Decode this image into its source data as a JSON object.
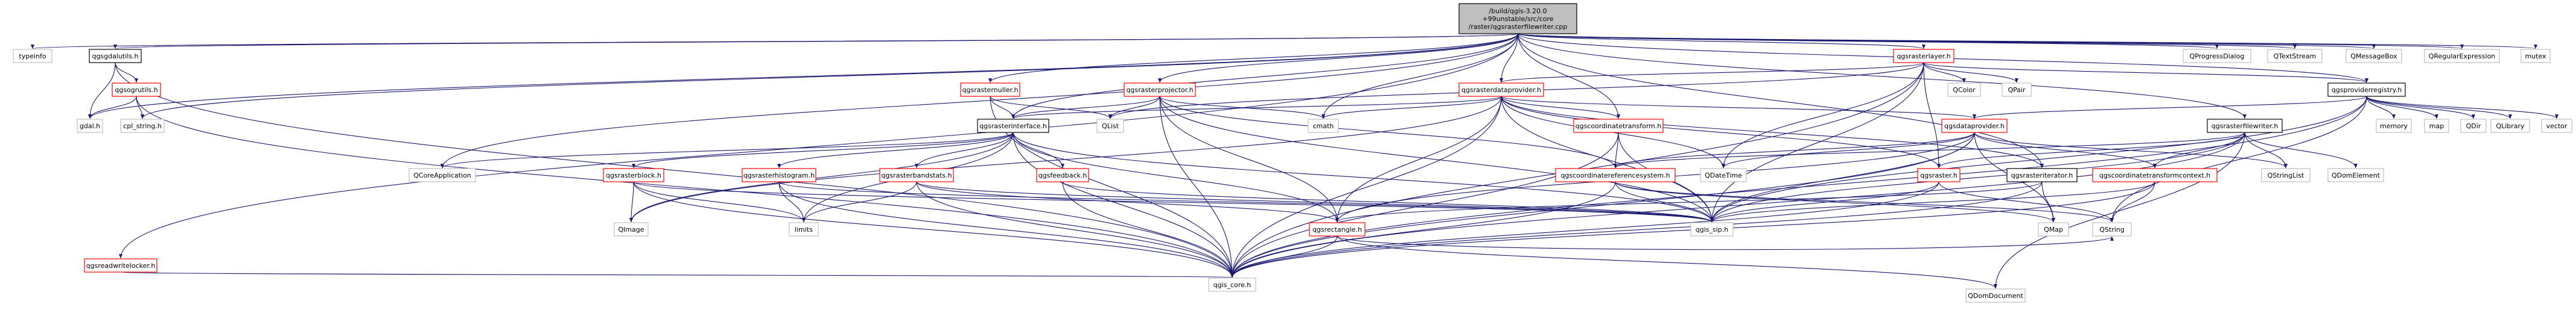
{
  "colors": {
    "edge": "#191970",
    "root_fill": "#bfbfbf",
    "root_border": "#000000",
    "plain_border": "#bfbfbf",
    "linked_border": "#000000",
    "red_border": "#ff0000",
    "text": "#000000"
  },
  "nodes": [
    {
      "id": "root",
      "lines": [
        "/build/qgis-3.20.0",
        "+99unstable/src/core",
        "/raster/qgsrasterfilewriter.cpp"
      ],
      "style": "root"
    },
    {
      "id": "typeinfo",
      "lines": [
        "typeinfo"
      ],
      "style": "plain"
    },
    {
      "id": "qgsgdalutils",
      "lines": [
        "qgsgdalutils.h"
      ],
      "style": "linked"
    },
    {
      "id": "qgsogrutils",
      "lines": [
        "qgsogrutils.h"
      ],
      "style": "red"
    },
    {
      "id": "gdal",
      "lines": [
        "gdal.h"
      ],
      "style": "plain"
    },
    {
      "id": "cpl_string",
      "lines": [
        "cpl_string.h"
      ],
      "style": "plain"
    },
    {
      "id": "qgsreadwritelocker",
      "lines": [
        "qgsreadwritelocker.h"
      ],
      "style": "red"
    },
    {
      "id": "qgsrasternuller",
      "lines": [
        "qgsrasternuller.h"
      ],
      "style": "red"
    },
    {
      "id": "qgsrasterprojector",
      "lines": [
        "qgsrasterprojector.h"
      ],
      "style": "red"
    },
    {
      "id": "qgsrasterinterface",
      "lines": [
        "qgsrasterinterface.h"
      ],
      "style": "linked"
    },
    {
      "id": "qgsrasterdataprovider",
      "lines": [
        "qgsrasterdataprovider.h"
      ],
      "style": "red"
    },
    {
      "id": "qgsrasterlayer",
      "lines": [
        "qgsrasterlayer.h"
      ],
      "style": "red"
    },
    {
      "id": "qgscoordinatetransform",
      "lines": [
        "qgscoordinatetransform.h"
      ],
      "style": "red"
    },
    {
      "id": "qgsdataprovider",
      "lines": [
        "qgsdataprovider.h"
      ],
      "style": "red"
    },
    {
      "id": "qgsproviderregistry",
      "lines": [
        "qgsproviderregistry.h"
      ],
      "style": "linked"
    },
    {
      "id": "qgsrasterfilewriter",
      "lines": [
        "qgsrasterfilewriter.h"
      ],
      "style": "linked"
    },
    {
      "id": "qgscoordinatereferencesystem",
      "lines": [
        "qgscoordinatereferencesystem.h"
      ],
      "style": "red"
    },
    {
      "id": "qgsraster",
      "lines": [
        "qgsraster.h"
      ],
      "style": "red"
    },
    {
      "id": "qgsrasteriterator",
      "lines": [
        "qgsrasteriterator.h"
      ],
      "style": "linked"
    },
    {
      "id": "qgscoordinatetransformcontext",
      "lines": [
        "qgscoordinatetransformcontext.h"
      ],
      "style": "red"
    },
    {
      "id": "qgsrasterblock",
      "lines": [
        "qgsrasterblock.h"
      ],
      "style": "red"
    },
    {
      "id": "qgsrasterhistogram",
      "lines": [
        "qgsrasterhistogram.h"
      ],
      "style": "red"
    },
    {
      "id": "qgsrasterbandstats",
      "lines": [
        "qgsrasterbandstats.h"
      ],
      "style": "red"
    },
    {
      "id": "qgsfeedback",
      "lines": [
        "qgsfeedback.h"
      ],
      "style": "red"
    },
    {
      "id": "qgsrectangle",
      "lines": [
        "qgsrectangle.h"
      ],
      "style": "red"
    },
    {
      "id": "qgis_sip",
      "lines": [
        "qgis_sip.h"
      ],
      "style": "plain"
    },
    {
      "id": "qgis_core",
      "lines": [
        "qgis_core.h"
      ],
      "style": "plain"
    },
    {
      "id": "QDomDocument",
      "lines": [
        "QDomDocument"
      ],
      "style": "plain"
    },
    {
      "id": "QString",
      "lines": [
        "QString"
      ],
      "style": "plain"
    },
    {
      "id": "QMap",
      "lines": [
        "QMap"
      ],
      "style": "plain"
    },
    {
      "id": "QImage",
      "lines": [
        "QImage"
      ],
      "style": "plain"
    },
    {
      "id": "limits",
      "lines": [
        "limits"
      ],
      "style": "plain"
    },
    {
      "id": "QCoreApplication",
      "lines": [
        "QCoreApplication"
      ],
      "style": "plain"
    },
    {
      "id": "QList",
      "lines": [
        "QList"
      ],
      "style": "plain"
    },
    {
      "id": "cmath",
      "lines": [
        "cmath"
      ],
      "style": "plain"
    },
    {
      "id": "QColor",
      "lines": [
        "QColor"
      ],
      "style": "plain"
    },
    {
      "id": "QPair",
      "lines": [
        "QPair"
      ],
      "style": "plain"
    },
    {
      "id": "QDateTime",
      "lines": [
        "QDateTime"
      ],
      "style": "plain"
    },
    {
      "id": "QStringList",
      "lines": [
        "QStringList"
      ],
      "style": "plain"
    },
    {
      "id": "QDomElement",
      "lines": [
        "QDomElement"
      ],
      "style": "plain"
    },
    {
      "id": "memory",
      "lines": [
        "memory"
      ],
      "style": "plain"
    },
    {
      "id": "map",
      "lines": [
        "map"
      ],
      "style": "plain"
    },
    {
      "id": "QDir",
      "lines": [
        "QDir"
      ],
      "style": "plain"
    },
    {
      "id": "QLibrary",
      "lines": [
        "QLibrary"
      ],
      "style": "plain"
    },
    {
      "id": "vector",
      "lines": [
        "vector"
      ],
      "style": "plain"
    },
    {
      "id": "QProgressDialog",
      "lines": [
        "QProgressDialog"
      ],
      "style": "plain"
    },
    {
      "id": "QTextStream",
      "lines": [
        "QTextStream"
      ],
      "style": "plain"
    },
    {
      "id": "QMessageBox",
      "lines": [
        "QMessageBox"
      ],
      "style": "plain"
    },
    {
      "id": "QRegularExpression",
      "lines": [
        "QRegularExpression"
      ],
      "style": "plain"
    },
    {
      "id": "mutex",
      "lines": [
        "mutex"
      ],
      "style": "plain"
    }
  ],
  "edges": [
    [
      "root",
      "typeinfo"
    ],
    [
      "root",
      "qgsgdalutils"
    ],
    [
      "root",
      "gdal"
    ],
    [
      "root",
      "cpl_string"
    ],
    [
      "root",
      "qgsreadwritelocker"
    ],
    [
      "root",
      "qgsrasternuller"
    ],
    [
      "root",
      "qgsrasterprojector"
    ],
    [
      "root",
      "qgsrasterinterface"
    ],
    [
      "root",
      "QCoreApplication"
    ],
    [
      "root",
      "cmath"
    ],
    [
      "root",
      "qgsrasterdataprovider"
    ],
    [
      "root",
      "qgscoordinatetransform"
    ],
    [
      "root",
      "qgsrasterlayer"
    ],
    [
      "root",
      "qgsrasteriterator"
    ],
    [
      "root",
      "qgsrasterfilewriter"
    ],
    [
      "root",
      "qgsproviderregistry"
    ],
    [
      "root",
      "QProgressDialog"
    ],
    [
      "root",
      "QTextStream"
    ],
    [
      "root",
      "QMessageBox"
    ],
    [
      "root",
      "QRegularExpression"
    ],
    [
      "root",
      "mutex"
    ],
    [
      "qgsgdalutils",
      "qgsogrutils"
    ],
    [
      "qgsgdalutils",
      "gdal"
    ],
    [
      "qgsgdalutils",
      "qgis_core"
    ],
    [
      "qgsogrutils",
      "gdal"
    ],
    [
      "qgsogrutils",
      "cpl_string"
    ],
    [
      "qgsogrutils",
      "qgis_core"
    ],
    [
      "qgsreadwritelocker",
      "qgis_core"
    ],
    [
      "qgsrasternuller",
      "qgsrasterinterface"
    ],
    [
      "qgsrasternuller",
      "QList"
    ],
    [
      "qgsrasternuller",
      "qgis_core"
    ],
    [
      "qgsrasterprojector",
      "qgsrasterinterface"
    ],
    [
      "qgsrasterprojector",
      "QList"
    ],
    [
      "qgsrasterprojector",
      "cmath"
    ],
    [
      "qgsrasterprojector",
      "qgscoordinatereferencesystem"
    ],
    [
      "qgsrasterprojector",
      "qgsrectangle"
    ],
    [
      "qgsrasterprojector",
      "qgis_core"
    ],
    [
      "qgsrasterprojector",
      "qgis_sip"
    ],
    [
      "qgsrasterinterface",
      "qgsrasterblock"
    ],
    [
      "qgsrasterinterface",
      "qgsrasterhistogram"
    ],
    [
      "qgsrasterinterface",
      "qgsrasterbandstats"
    ],
    [
      "qgsrasterinterface",
      "qgsfeedback"
    ],
    [
      "qgsrasterinterface",
      "qgsrectangle"
    ],
    [
      "qgsrasterinterface",
      "QCoreApplication"
    ],
    [
      "qgsrasterinterface",
      "QImage"
    ],
    [
      "qgsrasterinterface",
      "limits"
    ],
    [
      "qgsrasterinterface",
      "qgis_core"
    ],
    [
      "qgsrasterinterface",
      "qgis_sip"
    ],
    [
      "qgsrasterdataprovider",
      "qgsrasterinterface"
    ],
    [
      "qgsrasterdataprovider",
      "cmath"
    ],
    [
      "qgsrasterdataprovider",
      "qgscoordinatetransform"
    ],
    [
      "qgsrasterdataprovider",
      "qgsdataprovider"
    ],
    [
      "qgsrasterdataprovider",
      "qgsraster"
    ],
    [
      "qgsrasterdataprovider",
      "qgsrasteriterator"
    ],
    [
      "qgsrasterdataprovider",
      "qgsrectangle"
    ],
    [
      "qgsrasterdataprovider",
      "QDateTime"
    ],
    [
      "qgsrasterdataprovider",
      "QImage"
    ],
    [
      "qgsrasterdataprovider",
      "qgis_core"
    ],
    [
      "qgsrasterdataprovider",
      "qgis_sip"
    ],
    [
      "qgsrasterlayer",
      "qgsrasterdataprovider"
    ],
    [
      "qgsrasterlayer",
      "QList"
    ],
    [
      "qgsrasterlayer",
      "QColor"
    ],
    [
      "qgsrasterlayer",
      "QPair"
    ],
    [
      "qgsrasterlayer",
      "QDateTime"
    ],
    [
      "qgsrasterlayer",
      "qgsraster"
    ],
    [
      "qgsrasterlayer",
      "qgis_core"
    ],
    [
      "qgsrasterlayer",
      "qgis_sip"
    ],
    [
      "qgsrasterlayer",
      "qgsproviderregistry"
    ],
    [
      "qgscoordinatetransform",
      "qgscoordinatereferencesystem"
    ],
    [
      "qgscoordinatetransform",
      "qgis_core"
    ],
    [
      "qgscoordinatetransform",
      "qgis_sip"
    ],
    [
      "qgsdataprovider",
      "qgscoordinatereferencesystem"
    ],
    [
      "qgsdataprovider",
      "qgscoordinatetransformcontext"
    ],
    [
      "qgsdataprovider",
      "qgsrectangle"
    ],
    [
      "qgsdataprovider",
      "QDateTime"
    ],
    [
      "qgsdataprovider",
      "QStringList"
    ],
    [
      "qgsdataprovider",
      "QMap"
    ],
    [
      "qgsdataprovider",
      "qgis_core"
    ],
    [
      "qgsdataprovider",
      "qgis_sip"
    ],
    [
      "qgsproviderregistry",
      "qgsdataprovider"
    ],
    [
      "qgsproviderregistry",
      "memory"
    ],
    [
      "qgsproviderregistry",
      "map"
    ],
    [
      "qgsproviderregistry",
      "QDir"
    ],
    [
      "qgsproviderregistry",
      "QLibrary"
    ],
    [
      "qgsproviderregistry",
      "vector"
    ],
    [
      "qgsproviderregistry",
      "QString"
    ],
    [
      "qgsproviderregistry",
      "qgis_core"
    ],
    [
      "qgsproviderregistry",
      "qgis_sip"
    ],
    [
      "qgsrasterfilewriter",
      "qgsraster"
    ],
    [
      "qgsrasterfilewriter",
      "qgscoordinatereferencesystem"
    ],
    [
      "qgsrasterfilewriter",
      "qgscoordinatetransformcontext"
    ],
    [
      "qgsrasterfilewriter",
      "QDomElement"
    ],
    [
      "qgsrasterfilewriter",
      "QStringList"
    ],
    [
      "qgsrasterfilewriter",
      "QDomDocument"
    ],
    [
      "qgsrasterfilewriter",
      "qgis_core"
    ],
    [
      "qgsrasterfilewriter",
      "qgis_sip"
    ],
    [
      "qgscoordinatereferencesystem",
      "qgis_core"
    ],
    [
      "qgscoordinatereferencesystem",
      "qgis_sip"
    ],
    [
      "qgscoordinatereferencesystem",
      "QString"
    ],
    [
      "qgscoordinatereferencesystem",
      "QMap"
    ],
    [
      "qgsraster",
      "qgis_core"
    ],
    [
      "qgsraster",
      "qgis_sip"
    ],
    [
      "qgsraster",
      "QString"
    ],
    [
      "qgsrasteriterator",
      "qgsrectangle"
    ],
    [
      "qgsrasteriterator",
      "QMap"
    ],
    [
      "qgsrasteriterator",
      "qgis_core"
    ],
    [
      "qgscoordinatetransformcontext",
      "qgis_core"
    ],
    [
      "qgscoordinatetransformcontext",
      "qgis_sip"
    ],
    [
      "qgscoordinatetransformcontext",
      "QString"
    ],
    [
      "qgsrasterblock",
      "qgis_core"
    ],
    [
      "qgsrasterblock",
      "qgis_sip"
    ],
    [
      "qgsrasterblock",
      "limits"
    ],
    [
      "qgsrasterblock",
      "QImage"
    ],
    [
      "qgsrasterhistogram",
      "qgis_core"
    ],
    [
      "qgsrasterhistogram",
      "qgis_sip"
    ],
    [
      "qgsrasterhistogram",
      "limits"
    ],
    [
      "qgsrasterbandstats",
      "qgis_core"
    ],
    [
      "qgsrasterbandstats",
      "qgis_sip"
    ],
    [
      "qgsrasterbandstats",
      "limits"
    ],
    [
      "qgsrasterbandstats",
      "qgsrectangle"
    ],
    [
      "qgsfeedback",
      "qgis_core"
    ],
    [
      "qgsfeedback",
      "qgis_sip"
    ],
    [
      "qgsrectangle",
      "qgis_core"
    ],
    [
      "qgsrectangle",
      "QDomDocument"
    ],
    [
      "qgsrectangle",
      "QString"
    ]
  ]
}
